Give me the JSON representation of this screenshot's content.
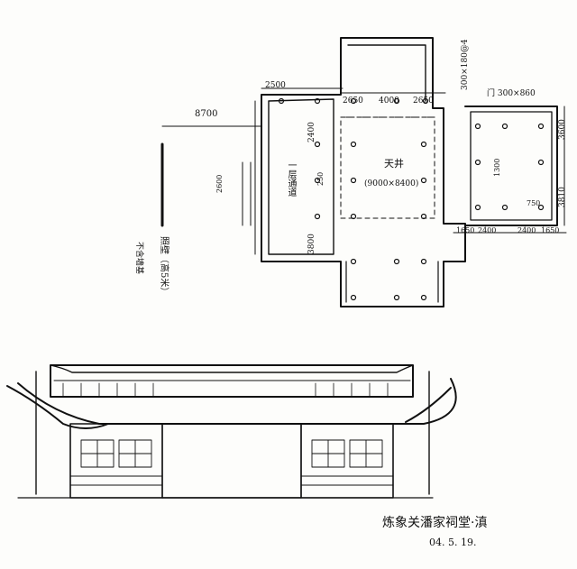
{
  "plan": {
    "labels": {
      "gate_width": "8700",
      "passage": "一层通道",
      "courtyard": "天井",
      "courtyard_size": "(9000×8400)",
      "screen_wall": "照壁（高5米）",
      "screen_wall_note": "不含墙基",
      "gate_col": "门 300×860",
      "right_col": "300×180@4"
    },
    "dimensions": {
      "top_row": [
        "2500",
        "2650",
        "4000",
        "2650"
      ],
      "left_spans": [
        "2400",
        "3800"
      ],
      "right_spans": [
        "3810",
        "3600",
        "750"
      ],
      "bottom_right": [
        "1650",
        "2400",
        "2400",
        "1650"
      ],
      "wall": "250",
      "misc": [
        "1300",
        "2600"
      ]
    }
  },
  "elevation": {
    "caption": "炼象关潘家祠堂·滇",
    "date": "04. 5. 19."
  },
  "colors": {
    "ink": "#111111",
    "paper": "#fdfdfb"
  }
}
